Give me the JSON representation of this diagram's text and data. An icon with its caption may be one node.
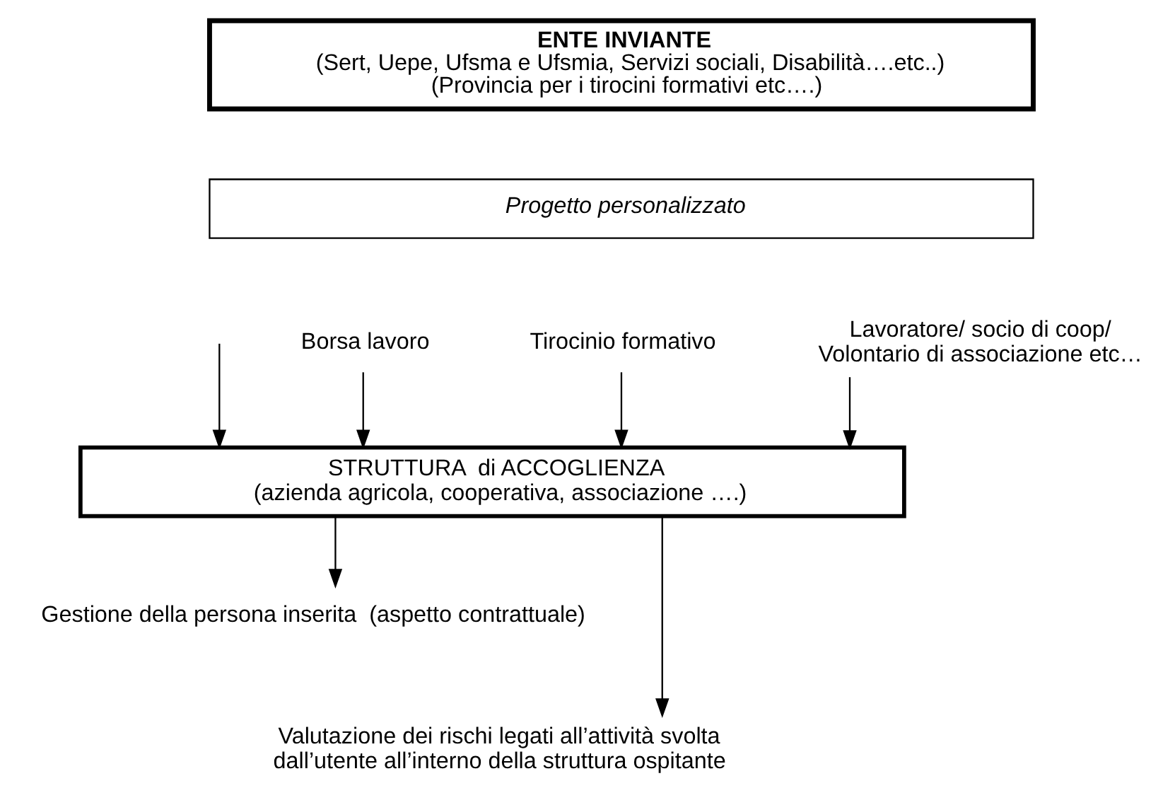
{
  "diagram": {
    "nodes": [
      {
        "text": [
          "ENTE INVIANTE",
          "(Sert, Uepe, Ufsma e Ufsmia, Servizi sociali, Disabilità….etc..)",
          "(Provincia per i tirocini formativi etc….)"
        ]
      },
      {
        "text": [
          "Progetto personalizzato"
        ]
      },
      {
        "text": [
          "Borsa lavoro"
        ]
      },
      {
        "text": [
          "Tirocinio formativo"
        ]
      },
      {
        "text": [
          "Lavoratore/ socio di coop/ Volontario di associazione etc…"
        ]
      },
      {
        "text": [
          "STRUTTURA  di ACCOGLIENZA",
          "(azienda agricola, cooperativa, associazione ….)"
        ]
      },
      {
        "text": [
          "Gestione della persona inserita  (aspetto contrattuale)"
        ]
      },
      {
        "text": [
          "Valutazione dei rischi legati all’attività svolta dall’utente all’interno della struttura ospitante"
        ]
      }
    ],
    "edges": [
      {
        "from": null,
        "to": 5,
        "arrow": "to"
      },
      {
        "from": 2,
        "to": 5,
        "arrow": "to"
      },
      {
        "from": 3,
        "to": 5,
        "arrow": "to"
      },
      {
        "from": 4,
        "to": 5,
        "arrow": "to"
      },
      {
        "from": 5,
        "to": 6,
        "arrow": "to"
      },
      {
        "from": 5,
        "to": 7,
        "arrow": "to"
      }
    ]
  }
}
